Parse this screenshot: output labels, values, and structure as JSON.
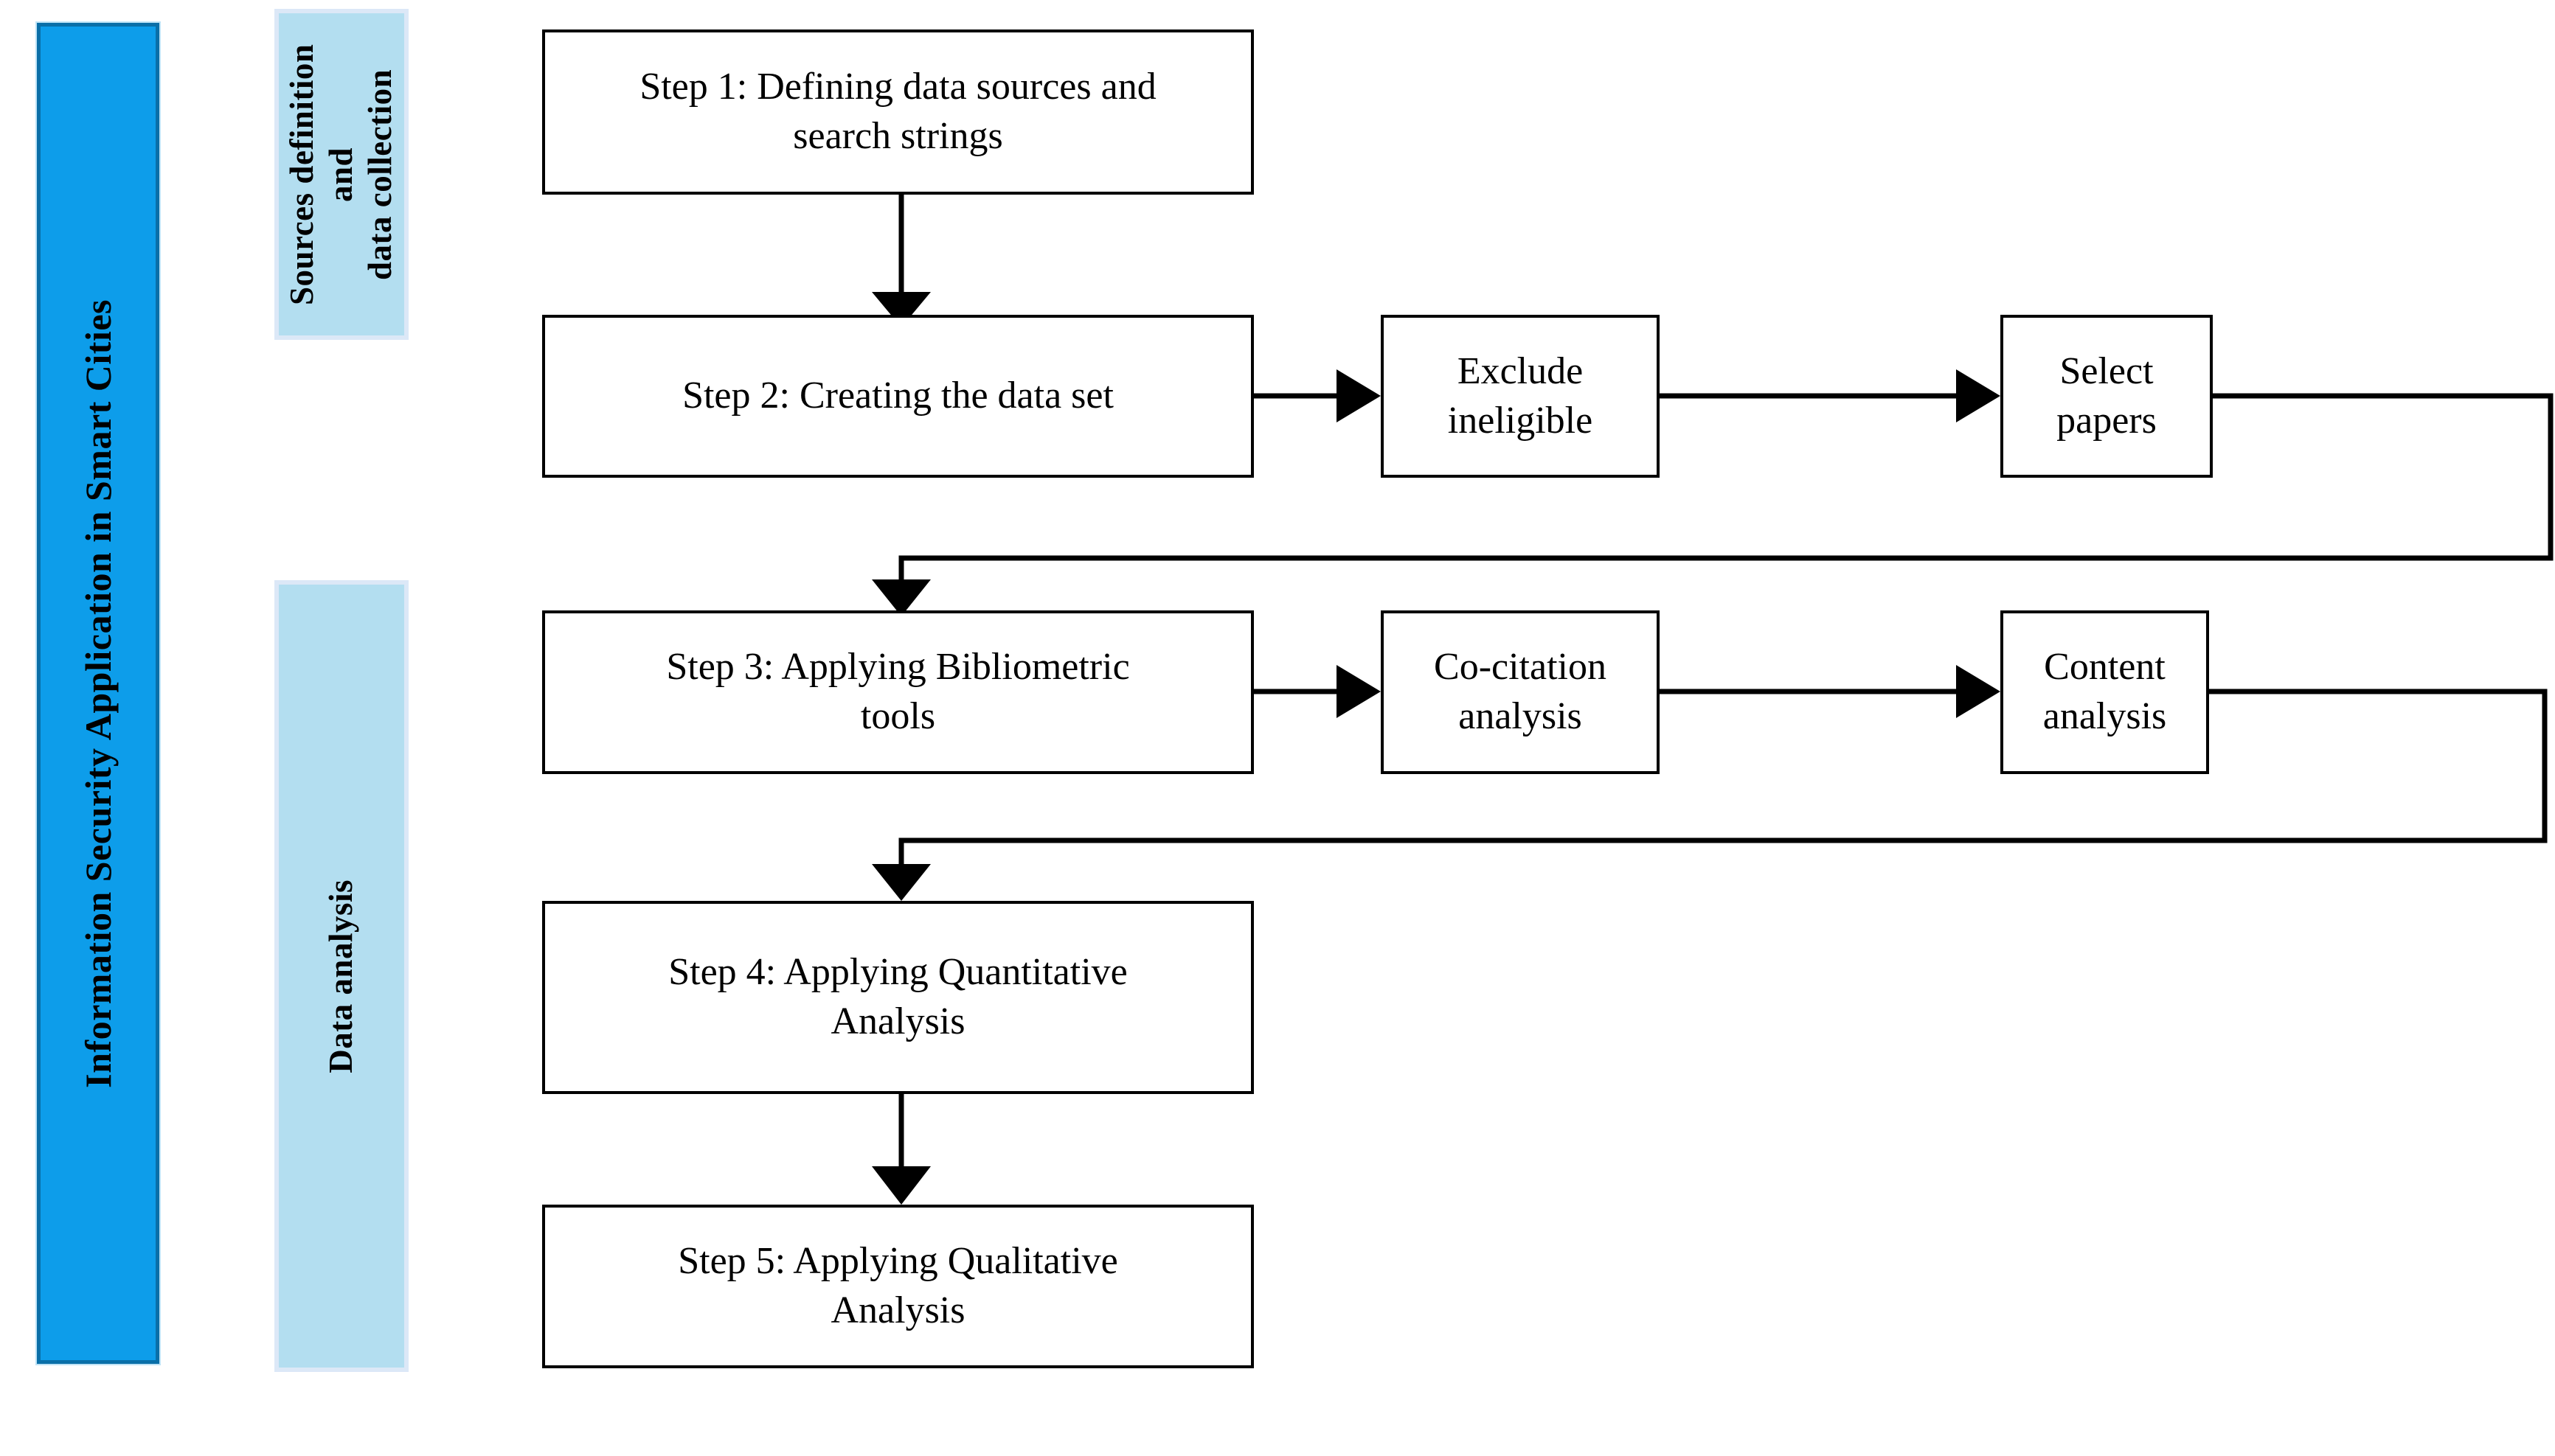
{
  "diagram": {
    "title_banner": {
      "label": "Information Security Application in Smart Cities",
      "color": "#0D9DEA",
      "border_color": "#0A6FA8"
    },
    "phases": [
      {
        "id": "phase-sources",
        "label": "Sources definition and\ndata collection",
        "color": "#B3DEF0"
      },
      {
        "id": "phase-analysis",
        "label": "Data analysis",
        "color": "#B3DEF0"
      }
    ],
    "nodes": {
      "step1": {
        "label": "Step 1: Defining data sources and\nsearch strings"
      },
      "step2": {
        "label": "Step 2: Creating the data set"
      },
      "exclude": {
        "label": "Exclude ineligible"
      },
      "select": {
        "label": "Select papers"
      },
      "step3": {
        "label": "Step 3: Applying Bibliometric\ntools"
      },
      "cocitation": {
        "label": "Co-citation analysis"
      },
      "content": {
        "label": "Content analysis"
      },
      "step4": {
        "label": "Step 4: Applying Quantitative\nAnalysis"
      },
      "step5": {
        "label": "Step 5: Applying Qualitative\nAnalysis"
      }
    },
    "edges": [
      {
        "from": "step1",
        "to": "step2",
        "type": "straight-down"
      },
      {
        "from": "step2",
        "to": "exclude",
        "type": "straight-right"
      },
      {
        "from": "exclude",
        "to": "select",
        "type": "straight-right"
      },
      {
        "from": "select",
        "to": "step3",
        "type": "feedback-loop"
      },
      {
        "from": "step3",
        "to": "cocitation",
        "type": "straight-right"
      },
      {
        "from": "cocitation",
        "to": "content",
        "type": "straight-right"
      },
      {
        "from": "content",
        "to": "step4",
        "type": "feedback-loop"
      },
      {
        "from": "step4",
        "to": "step5",
        "type": "straight-down"
      }
    ]
  }
}
